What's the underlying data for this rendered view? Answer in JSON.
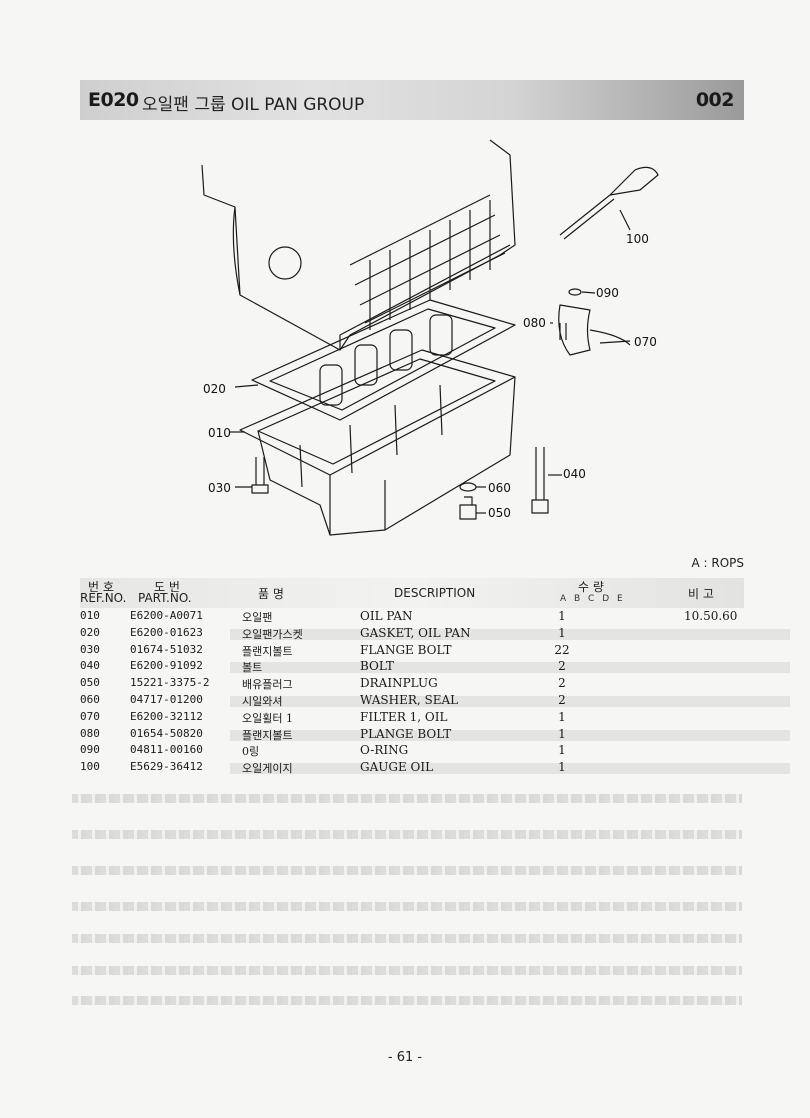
{
  "header": {
    "code": "E020",
    "title": "오일팬 그룹 OIL PAN GROUP",
    "page_code": "002"
  },
  "diagram": {
    "callouts": [
      "100",
      "090",
      "080",
      "070",
      "020",
      "010",
      "030",
      "040",
      "060",
      "050"
    ]
  },
  "legend": "A : ROPS",
  "table": {
    "headers": {
      "ref_kor": "번 호",
      "ref_en": "REF.NO.",
      "part_kor": "도 번",
      "part_en": "PART.NO.",
      "name_kor": "품 명",
      "description": "DESCRIPTION",
      "qty_kor": "수 량",
      "qty_cols": "A B C D E",
      "remarks_kor": "비 고"
    },
    "rows": [
      {
        "ref": "010",
        "part": "E6200-A0071",
        "name": "오일팬",
        "desc": "OIL PAN",
        "qty": "1",
        "remarks": "10.50.60"
      },
      {
        "ref": "020",
        "part": "E6200-01623",
        "name": "오일팬가스켓",
        "desc": "GASKET, OIL PAN",
        "qty": "1",
        "remarks": ""
      },
      {
        "ref": "030",
        "part": "01674-51032",
        "name": "플랜지볼트",
        "desc": "FLANGE BOLT",
        "qty": "22",
        "remarks": ""
      },
      {
        "ref": "040",
        "part": "E6200-91092",
        "name": "볼트",
        "desc": "BOLT",
        "qty": "2",
        "remarks": ""
      },
      {
        "ref": "050",
        "part": "15221-3375-2",
        "name": "배유플러그",
        "desc": "DRAINPLUG",
        "qty": "2",
        "remarks": ""
      },
      {
        "ref": "060",
        "part": "04717-01200",
        "name": "시일와셔",
        "desc": "WASHER, SEAL",
        "qty": "2",
        "remarks": ""
      },
      {
        "ref": "070",
        "part": "E6200-32112",
        "name": "오일휠터 1",
        "desc": "FILTER 1, OIL",
        "qty": "1",
        "remarks": ""
      },
      {
        "ref": "080",
        "part": "01654-50820",
        "name": "플랜지볼트",
        "desc": "PLANGE BOLT",
        "qty": "1",
        "remarks": ""
      },
      {
        "ref": "090",
        "part": "04811-00160",
        "name": "0링",
        "desc": "O-RING",
        "qty": "1",
        "remarks": ""
      },
      {
        "ref": "100",
        "part": "E5629-36412",
        "name": "오일게이지",
        "desc": "GAUGE OIL",
        "qty": "1",
        "remarks": ""
      }
    ]
  },
  "footer": "- 61 -"
}
